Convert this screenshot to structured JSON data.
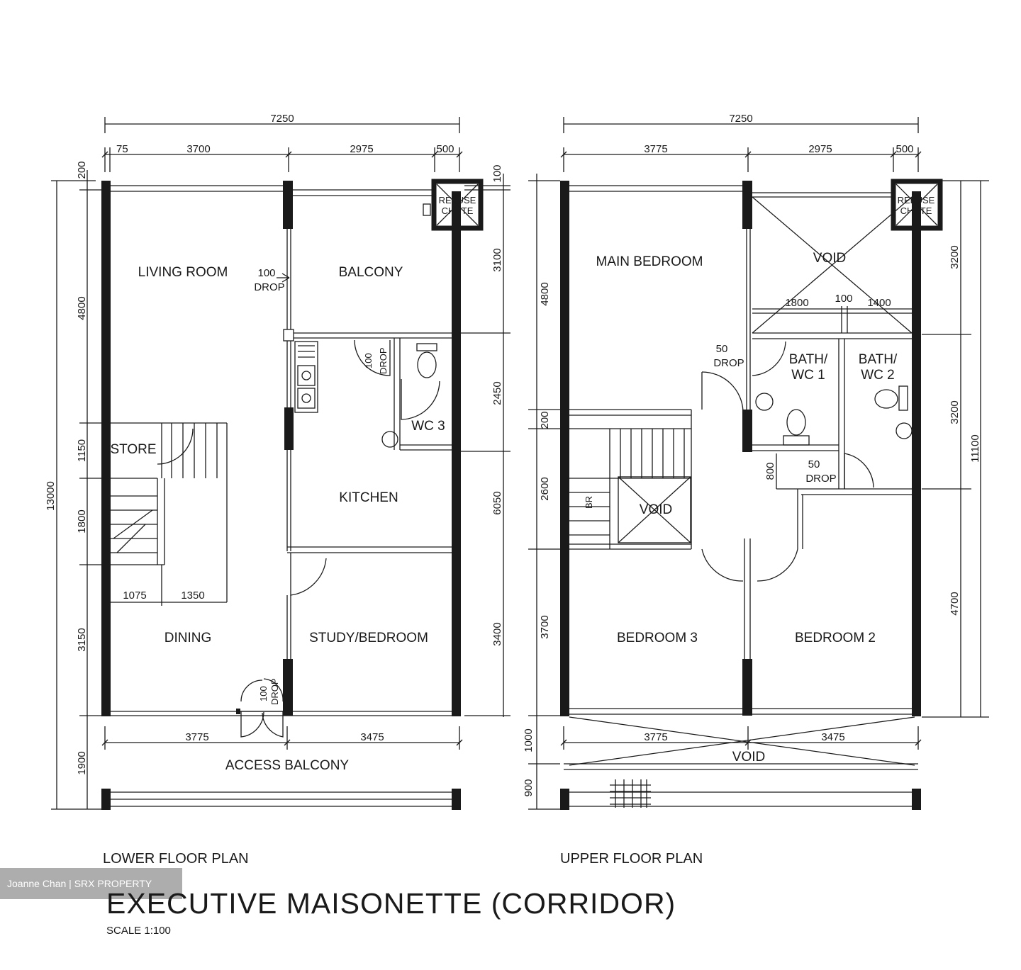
{
  "lower": {
    "caption": "LOWER FLOOR PLAN",
    "rooms": {
      "living": "LIVING ROOM",
      "balcony": "BALCONY",
      "kitchen": "KITCHEN",
      "wc3": "WC 3",
      "store": "STORE",
      "dining": "DINING",
      "study": "STUDY/BEDROOM",
      "access": "ACCESS BALCONY",
      "refuse1": "REFUSE",
      "refuse2": "CHUTE"
    },
    "drops": {
      "living_val": "100",
      "living_txt": "DROP",
      "kitchen_val": "100",
      "kitchen_txt": "DROP",
      "entry_val": "100",
      "entry_txt": "DROP"
    },
    "dims": {
      "top_total": "7250",
      "top_a": "75",
      "top_b": "3700",
      "top_c": "2975",
      "top_d": "500",
      "bot_a": "3775",
      "bot_b": "3475",
      "left_total": "13000",
      "left_a": "200",
      "left_b": "4800",
      "left_c": "1150",
      "left_d": "1800",
      "left_e": "3150",
      "left_f": "1900",
      "right_a": "100",
      "right_b": "3100",
      "right_c": "2450",
      "right_d": "6050",
      "right_e": "3400",
      "int_a": "1075",
      "int_b": "1350"
    }
  },
  "upper": {
    "caption": "UPPER FLOOR PLAN",
    "rooms": {
      "main": "MAIN BEDROOM",
      "void_top": "VOID",
      "bath1a": "BATH/",
      "bath1b": "WC 1",
      "bath2a": "BATH/",
      "bath2b": "WC 2",
      "bed3": "BEDROOM 3",
      "bed2": "BEDROOM 2",
      "void_mid": "VOID",
      "void_bottom": "VOID",
      "refuse1": "REFUSE",
      "refuse2": "CHUTE",
      "br": "BR"
    },
    "drops": {
      "main_val": "50",
      "main_txt": "DROP",
      "bath_val": "50",
      "bath_txt": "DROP"
    },
    "dims": {
      "top_total": "7250",
      "top_a": "3775",
      "top_b": "2975",
      "top_c": "500",
      "bot_a": "3775",
      "bot_b": "3475",
      "void_a": "1800",
      "void_b": "100",
      "void_c": "1400",
      "left_a": "4800",
      "left_b": "200",
      "left_c": "2600",
      "left_d": "3700",
      "left_e": "1000",
      "left_f": "900",
      "right_a": "3200",
      "right_b": "3200",
      "right_c": "4700",
      "right_total": "11100",
      "inner": "800"
    }
  },
  "watermark": "Joanne Chan | SRX PROPERTY",
  "title": "EXECUTIVE MAISONETTE (CORRIDOR)",
  "scale": "SCALE 1:100"
}
